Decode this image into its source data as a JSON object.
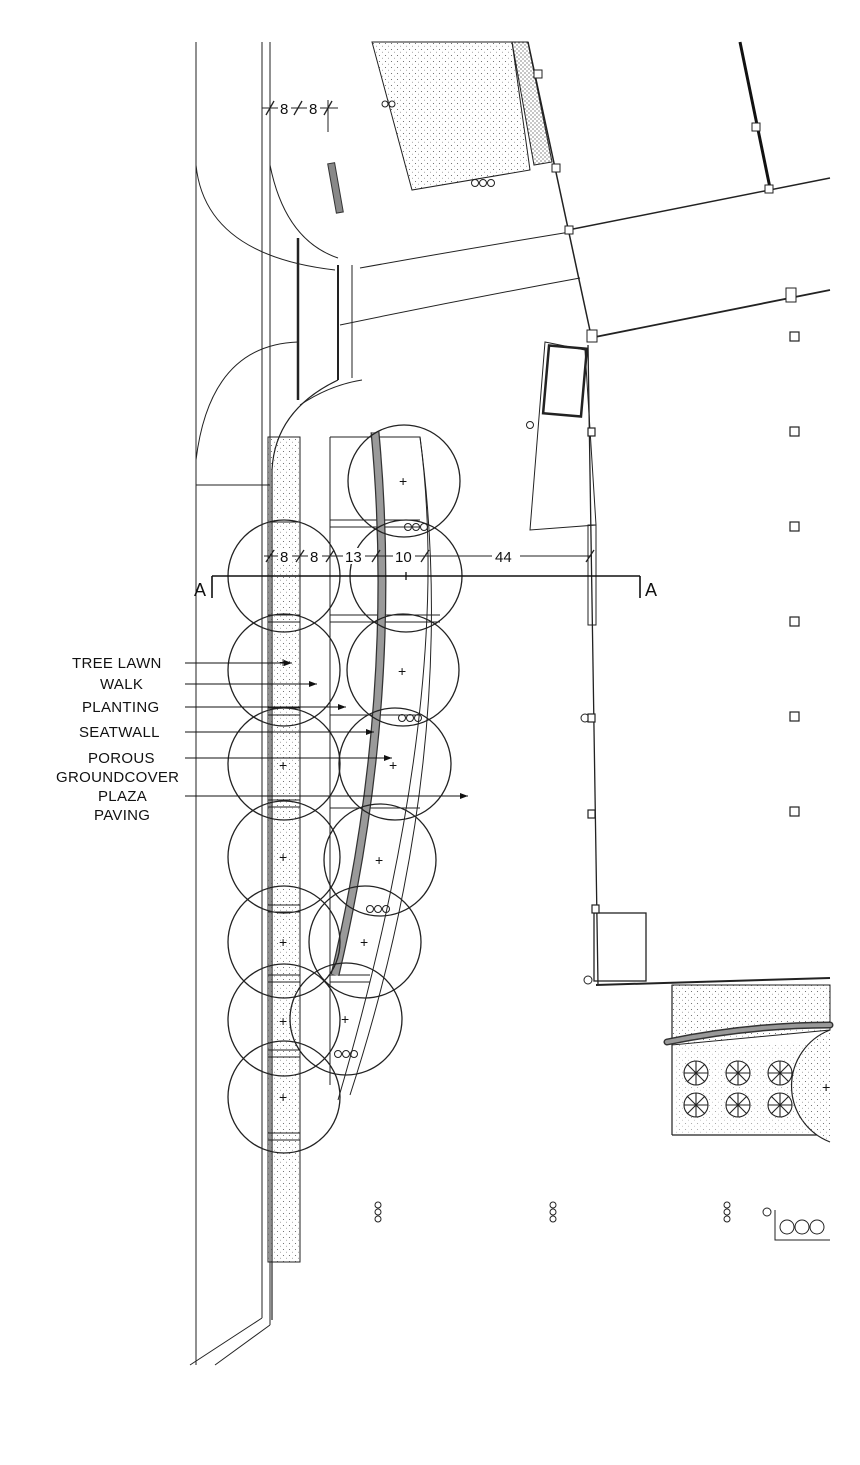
{
  "dimensions": {
    "top": [
      "8",
      "8"
    ],
    "section": [
      "8",
      "8",
      "13",
      "10",
      "44"
    ]
  },
  "section_marker": {
    "left": "A",
    "right": "A"
  },
  "labels": [
    {
      "key": "tree_lawn",
      "text": "TREE  LAWN"
    },
    {
      "key": "walk",
      "text": "WALK"
    },
    {
      "key": "planting",
      "text": "PLANTING"
    },
    {
      "key": "seatwall",
      "text": "SEATWALL"
    },
    {
      "key": "porous_1",
      "text": "POROUS"
    },
    {
      "key": "porous_2",
      "text": "GROUNDCOVER"
    },
    {
      "key": "plaza_1",
      "text": "PLAZA"
    },
    {
      "key": "plaza_2",
      "text": "PAVING"
    }
  ],
  "colors": {
    "line": "#222222",
    "seatwall": "#9a9a9a",
    "background": "#ffffff"
  }
}
